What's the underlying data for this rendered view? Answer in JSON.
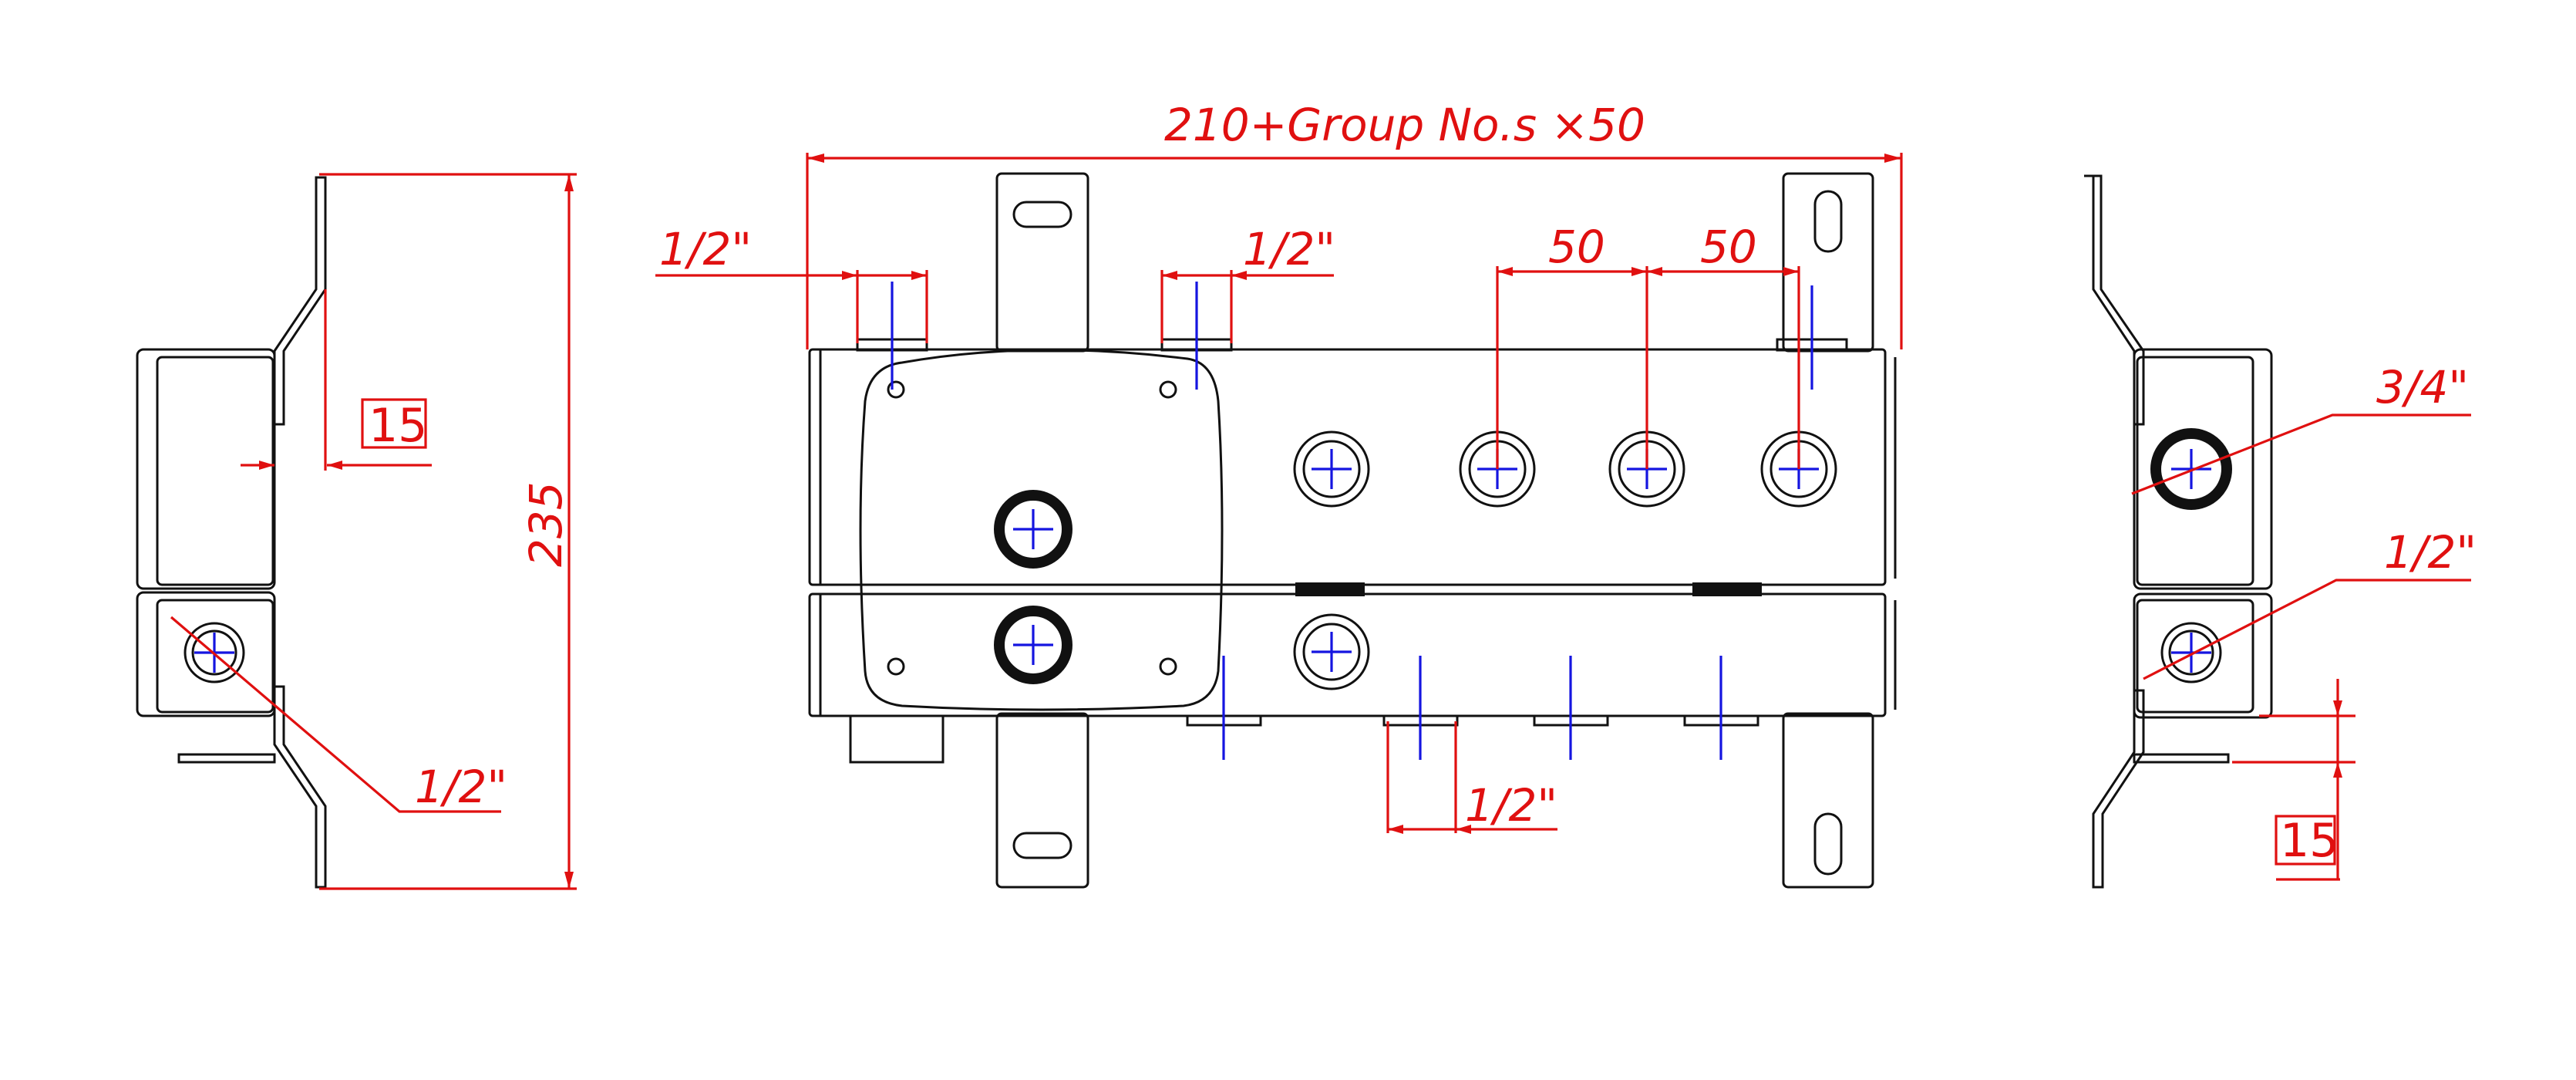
{
  "annotations": {
    "overall_length": "210+Group No.s ×50",
    "height": "235",
    "spacing_1": "50",
    "spacing_2": "50",
    "pipe_top_left": "1/2\"",
    "pipe_top_mid": "1/2\"",
    "pipe_bottom": "1/2\"",
    "left_view_pipe": "1/2\"",
    "left_view_offset": "15",
    "right_view_upper_pipe": "3/4\"",
    "right_view_lower_pipe": "1/2\"",
    "right_view_offset": "15"
  },
  "colors": {
    "dimension": "#e01010",
    "centerline": "#1515e0",
    "outline": "#111111"
  }
}
